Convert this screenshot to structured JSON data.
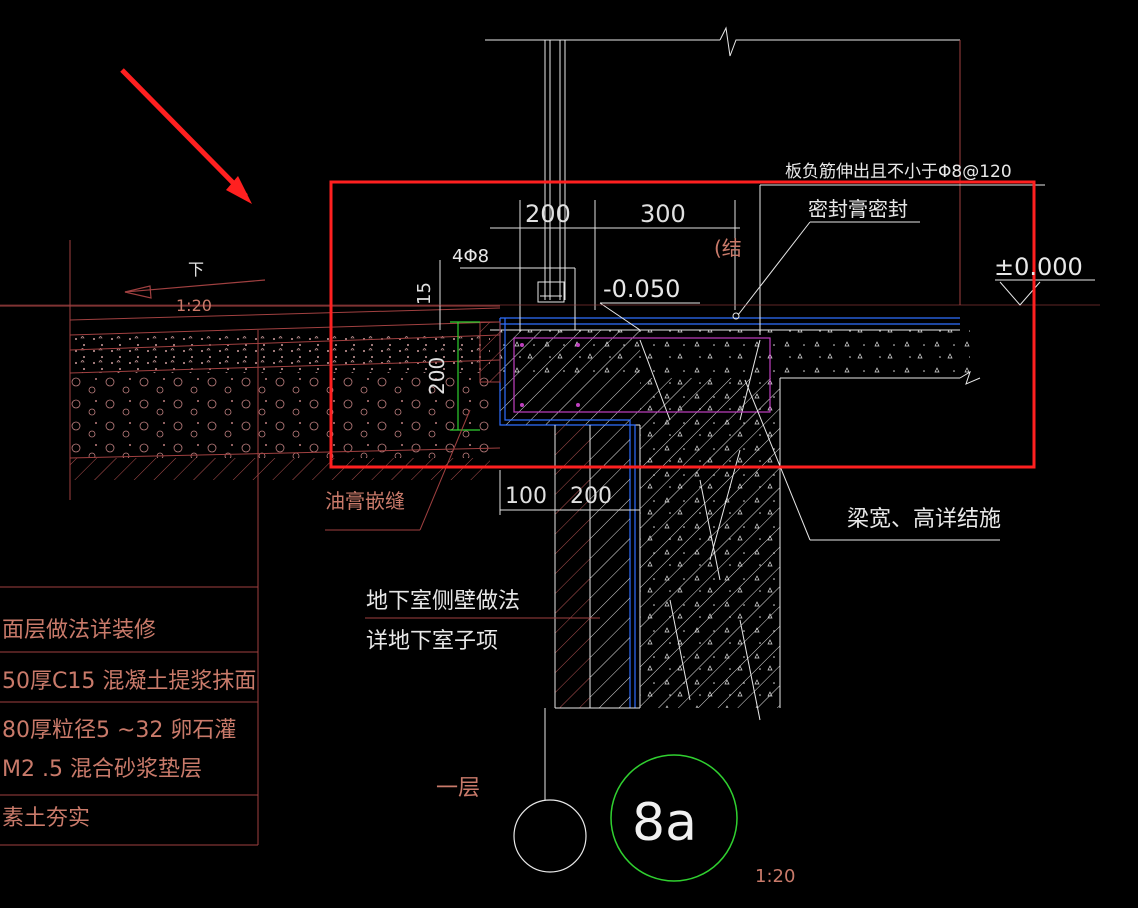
{
  "colors": {
    "background": "#000000",
    "line_red": "#a04040",
    "line_white": "#e8e8e8",
    "line_blue": "#2f6fff",
    "line_magenta": "#c040c0",
    "line_green": "#30d030",
    "highlight_box": "#ff2020",
    "arrow_red": "#ff2020",
    "text_pale_red": "#c97a6a"
  },
  "annotations": {
    "slab_rebar_note": "板负筋伸出且不小于Φ8@120",
    "sealant_note": "密封膏密封",
    "struct_partial": "(结",
    "elevation_zero": "±0.000",
    "elevation_minus": "-0.050",
    "rebar_label": "4Φ8",
    "down_label": "下",
    "slope_label": "1:20",
    "asphalt_joint": "油膏嵌缝",
    "beam_note": "梁宽、高详结施",
    "wall_method_line1": "地下室侧壁做法",
    "wall_method_line2": "详地下室子项",
    "floor_label": "一层",
    "detail_number": "8a",
    "scale_label": "1:20"
  },
  "dimensions": {
    "top_200": "200",
    "top_300": "300",
    "left_15": "15",
    "left_200": "200",
    "bottom_100": "100",
    "bottom_200": "200"
  },
  "legend_rows": [
    {
      "lines": [
        "面层做法详装修"
      ]
    },
    {
      "lines": [
        "50厚C15 混凝土提浆抹面"
      ]
    },
    {
      "lines": [
        "80厚粒径5 ~32 卵石灌",
        "M2 .5 混合砂浆垫层"
      ]
    },
    {
      "lines": [
        "素土夯实"
      ]
    }
  ]
}
